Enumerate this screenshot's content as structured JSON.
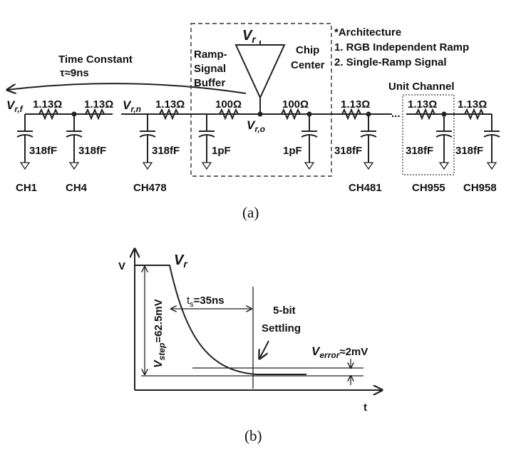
{
  "panel_a": {
    "caption": "(a)",
    "time_constant_title": "Time Constant",
    "time_constant_value": "τ≈9ns",
    "buffer_label": [
      "Ramp-",
      "Signal",
      "Buffer"
    ],
    "chip_center_label": [
      "Chip",
      "Center"
    ],
    "architecture_note": [
      "*Architecture",
      "1. RGB Independent Ramp",
      "2. Single-Ramp Signal"
    ],
    "unit_channel_label": "Unit Channel",
    "vr_main": "V",
    "vr_sub": "r",
    "vrf_main": "V",
    "vrf_sub": "r,f",
    "vrn_main": "V",
    "vrn_sub": "r,n",
    "vro_main": "V",
    "vro_sub": "r,o",
    "resistor_labels": [
      "1.13Ω",
      "1.13Ω",
      "1.13Ω",
      "100Ω",
      "100Ω",
      "1.13Ω",
      "1.13Ω",
      "1.13Ω"
    ],
    "capacitor_labels": [
      "318fF",
      "318fF",
      "318fF",
      "1pF",
      "1pF",
      "318fF",
      "318fF",
      "318fF"
    ],
    "channel_labels": [
      "CH1",
      "CH4",
      "CH478",
      "CH481",
      "CH955",
      "CH958"
    ]
  },
  "panel_b": {
    "caption": "(b)",
    "y_axis": "V",
    "x_axis": "t",
    "vr_main": "V",
    "vr_sub": "r",
    "vstep_main": "V",
    "vstep_sub": "step",
    "vstep_value": "=62.5mV",
    "ts_main": "t",
    "ts_sub": "s",
    "ts_value": "=35ns",
    "settling_label": [
      "5-bit",
      "Settling"
    ],
    "verror_main": "V",
    "verror_sub": "error",
    "verror_value": "≈2mV"
  }
}
